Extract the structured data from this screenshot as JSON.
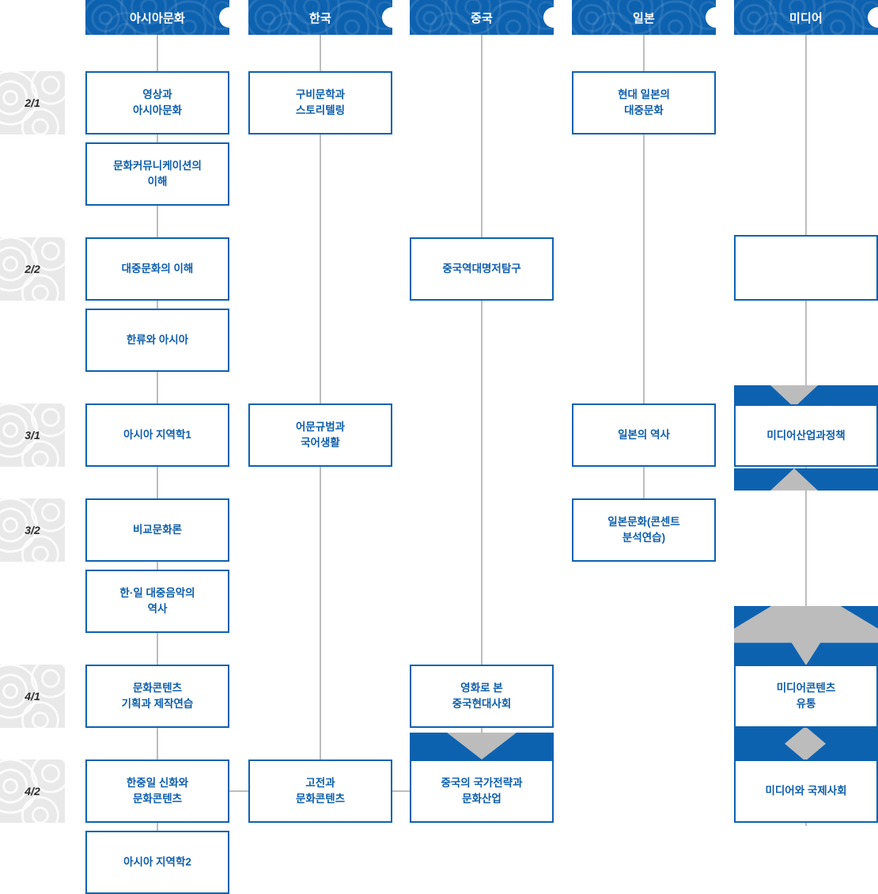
{
  "meta": {
    "title": "아시아문화 교육과정 로드맵",
    "colors": {
      "brand_blue": "#0d62b0",
      "text_blue": "#0e5eab",
      "line_gray": "#bdbdbd",
      "chip_gray": "#e9e9e9",
      "chevron_gray": "#bcbcbc"
    }
  },
  "columns": [
    {
      "id": "asia",
      "label": "아시아문화"
    },
    {
      "id": "korea",
      "label": "한국"
    },
    {
      "id": "china",
      "label": "중국"
    },
    {
      "id": "japan",
      "label": "일본"
    },
    {
      "id": "media",
      "label": "미디어"
    }
  ],
  "semesters": [
    {
      "id": "2-1",
      "label": "2/1"
    },
    {
      "id": "2-2",
      "label": "2/2"
    },
    {
      "id": "3-1",
      "label": "3/1"
    },
    {
      "id": "3-2",
      "label": "3/2"
    },
    {
      "id": "4-1",
      "label": "4/1"
    },
    {
      "id": "4-2",
      "label": "4/2"
    }
  ],
  "courses": {
    "asia": [
      {
        "semester": "2/1",
        "label": "영상과\n아시아문화"
      },
      {
        "semester": "2/1",
        "label": "문화커뮤니케이션의\n이해"
      },
      {
        "semester": "2/2",
        "label": "대중문화의 이해"
      },
      {
        "semester": "2/2",
        "label": "한류와 아시아"
      },
      {
        "semester": "3/1",
        "label": "아시아 지역학1"
      },
      {
        "semester": "3/2",
        "label": "비교문화론"
      },
      {
        "semester": "3/2",
        "label": "한·일 대중음악의\n역사"
      },
      {
        "semester": "4/1",
        "label": "문화콘텐츠\n기획과 제작연습"
      },
      {
        "semester": "4/2",
        "label": "한중일 신화와\n문화콘텐츠"
      },
      {
        "semester": "4/2",
        "label": "아시아 지역학2"
      }
    ],
    "korea": [
      {
        "semester": "2/1",
        "label": "구비문학과\n스토리텔링"
      },
      {
        "semester": "3/1",
        "label": "어문규범과\n국어생활"
      },
      {
        "semester": "4/2",
        "label": "고전과\n문화콘텐츠"
      }
    ],
    "china": [
      {
        "semester": "2/2",
        "label": "중국역대명저탐구"
      },
      {
        "semester": "4/1",
        "label": "영화로 본\n중국현대사회"
      },
      {
        "semester": "4/2",
        "label": "중국의 국가전략과\n문화산업"
      }
    ],
    "japan": [
      {
        "semester": "2/1",
        "label": "현대 일본의\n대중문화"
      },
      {
        "semester": "3/1",
        "label": "일본의 역사"
      },
      {
        "semester": "3/2",
        "label": "일본문화(콘센트\n분석연습)"
      }
    ],
    "media": [
      {
        "semester": "2/2",
        "label": ""
      },
      {
        "semester": "3/1",
        "label": "미디어산업과정책"
      },
      {
        "semester": "4/1",
        "label": "미디어콘텐츠\n유통"
      },
      {
        "semester": "4/2",
        "label": "미디어와 국제사회"
      }
    ]
  }
}
